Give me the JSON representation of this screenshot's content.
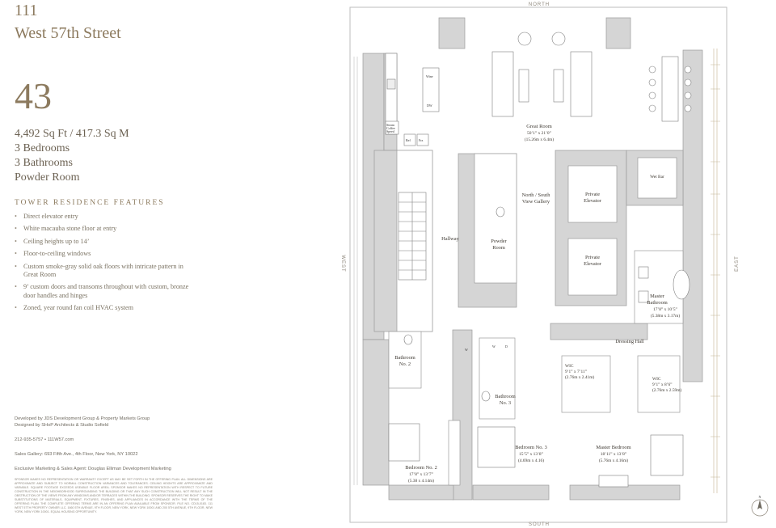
{
  "building": {
    "line1": "111",
    "line2": "West 57th Street"
  },
  "unit": "43",
  "stats": [
    "4,492 Sq Ft / 417.3 Sq M",
    "3 Bedrooms",
    "3 Bathrooms",
    "Powder Room"
  ],
  "features_heading": "TOWER RESIDENCE FEATURES",
  "features": [
    "Direct elevator entry",
    "White macauba stone floor at entry",
    "Ceiling heights up to 14’",
    "Floor-to-ceiling windows",
    "Custom smoke-gray solid oak floors with intricate pattern in Great Room",
    "9’ custom doors and transoms throughout with custom, bronze door handles and hinges",
    "Zoned, year round fan coil HVAC system"
  ],
  "credits": {
    "developed": "Developed by JDS Development Group & Property Markets Group",
    "designed": "Designed by SHoP Architects & Studio Sofield",
    "contact": "212-935-5757  •  111W57.com",
    "gallery": "Sales Gallery: 693 Fifth Ave., 4th Floor, New York, NY 10022",
    "agent": "Exclusive Marketing & Sales Agent: Douglas Elliman Development Marketing"
  },
  "disclaimer": "SPONSOR MAKES NO REPRESENTATION OR WARRANTY EXCEPT AS MAY BE SET FORTH IN THE OFFERING PLAN. ALL DIMENSIONS ARE APPROXIMATE AND SUBJECT TO NORMAL CONSTRUCTION VARIANCES AND TOLERANCES. CEILING HEIGHTS ARE APPROXIMATE AND VARIABLE. SQUARE FOOTAGE EXCEEDS USEABLE FLOOR AREA. SPONSOR MAKES NO REPRESENTATION WITH RESPECT TO FUTURE CONSTRUCTION IN THE NEIGHBORHOOD SURROUNDING THE BUILDING OR THAT ANY SUCH CONSTRUCTION WILL NOT RESULT IN THE OBSTRUCTION OF THE VIEWS FROM ANY WINDOWS AND/OR TERRACES WITHIN THE BUILDING. SPONSOR RESERVES THE RIGHT TO MAKE SUBSTITUTIONS OF MATERIALS, EQUIPMENT, FIXTURES, FINISHES, AND APPLIANCES IN ACCORDANCE WITH THE TERMS OF THE OFFERING PLAN. THE COMPLETE OFFERING TERMS ARE IN AN OFFERING PLAN AVAILABLE FROM SPONSOR. FILE NO. CD15-0183. 111 WEST 57TH PROPERTY OWNER LLC, 1660 5TH AVENUE, 9TH FLOOR, NEW YORK, NEW YORK 10001 AND 200 5TH AVENUE, 9TH FLOOR, NEW YORK, NEW YORK 10001. EQUAL HOUSING OPPORTUNITY.",
  "compass": {
    "north": "NORTH",
    "south": "SOUTH",
    "east": "EAST",
    "west": "WEST",
    "n_mark": "N"
  },
  "rooms": {
    "great_room": {
      "name": "Great Room",
      "dim1": "50’1” x 21’0”",
      "dim2": "(15.26m x 6.4m)"
    },
    "gallery": {
      "line1": "North / South",
      "line2": "View Gallery"
    },
    "hallway": "Hallway",
    "powder": {
      "line1": "Powder",
      "line2": "Room"
    },
    "elevator": {
      "line1": "Private",
      "line2": "Elevator"
    },
    "wet_bar": "Wet Bar",
    "master_bath": {
      "line1": "Master",
      "line2": "Bathroom",
      "dim1": "17’8” x 10’5”",
      "dim2": "(5.38m x 3.17m)"
    },
    "dressing_hall": "Dressing Hall",
    "wic1": {
      "name": "WIC",
      "dim1": "9’1” x 7’11”",
      "dim2": "(2.76m x 2.41m)"
    },
    "wic2": {
      "name": "WIC",
      "dim1": "9’1” x 8’6”",
      "dim2": "(2.76m x 2.59m)"
    },
    "bath2": {
      "line1": "Bathroom",
      "line2": "No. 2"
    },
    "bath3": {
      "line1": "Bathroom",
      "line2": "No. 3"
    },
    "bed2": {
      "name": "Bedroom No. 2",
      "dim1": "17’8” x 13’7”",
      "dim2": "(5.38 x 4.14m)"
    },
    "bed3": {
      "name": "Bedroom No. 3",
      "dim1": "15’5” x 13’8”",
      "dim2": "(4.69m x 4.16)"
    },
    "master_bed": {
      "name": "Master Bedroom",
      "dim1": "18’11” x 13’8”",
      "dim2": "(5.76m x 4.16m)"
    }
  },
  "appliances": {
    "wine": "Wine",
    "dw": "DW",
    "ref": "Ref",
    "frz": "Frz",
    "steam": [
      "Steam",
      "Coffee",
      "Speed"
    ],
    "w": "W",
    "d": "D"
  },
  "colors": {
    "wall": "#d5d5d5",
    "wall_stroke": "#9b9b9b",
    "accent": "#8c7a5e"
  }
}
